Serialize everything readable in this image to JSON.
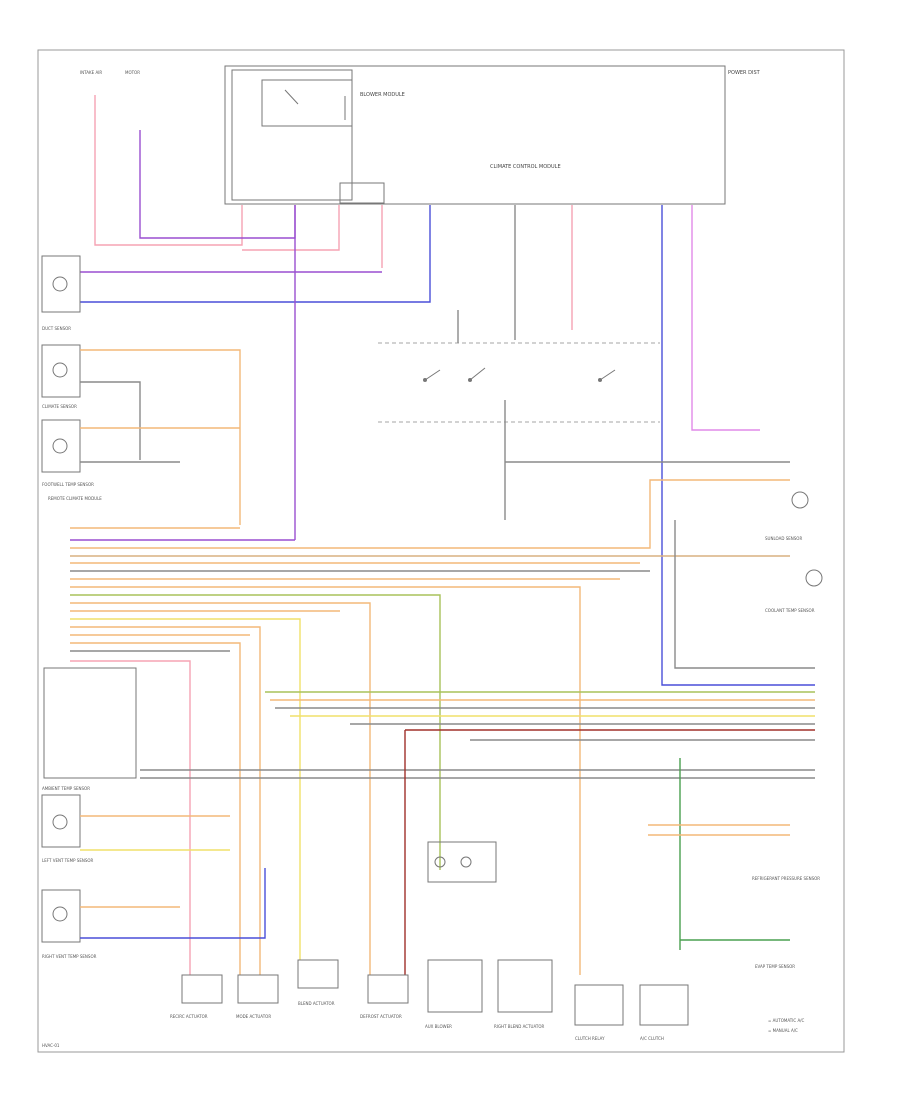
{
  "colors": {
    "pink": "#f5a3b3",
    "violet": "#9a4fd0",
    "blue": "#4a4fd8",
    "orange": "#f3b879",
    "yellow": "#f1e06a",
    "olive": "#a8c25a",
    "gray": "#8a8a8a",
    "darkred": "#a0302a",
    "green": "#4aa050",
    "magenta": "#e08ae8",
    "tan": "#d8b080"
  },
  "labels": {
    "top_left_1": "INTAKE AIR",
    "top_left_2": "MOTOR",
    "main_module": "CLIMATE CONTROL MODULE",
    "top_right": "POWER DIST",
    "blower_module": "BLOWER MODULE",
    "left_top_sensor": "DUCT SENSOR",
    "left_mid_sensor": "CLIMATE SENSOR",
    "left_module": "REMOTE CLIMATE MODULE",
    "left_footwell": "FOOTWELL TEMP SENSOR",
    "left_lower_1": "AMBIENT TEMP SENSOR",
    "left_lower_2": "LEFT VENT TEMP SENSOR",
    "left_lower_3": "RIGHT VENT TEMP SENSOR",
    "right_sensor_1": "SUNLOAD SENSOR",
    "right_sensor_2": "COOLANT TEMP SENSOR",
    "right_sensor_3": "REFRIGERANT PRESSURE SENSOR",
    "right_bottom": "EVAP TEMP SENSOR",
    "bottom_1": "RECIRC ACTUATOR",
    "bottom_2": "MODE ACTUATOR",
    "bottom_3": "BLEND ACTUATOR",
    "bottom_4": "DEFROST ACTUATOR",
    "bottom_5": "AUX BLOWER",
    "bottom_6": "RIGHT BLEND ACTUATOR",
    "bottom_7": "CLUTCH RELAY",
    "bottom_8": "A/C CLUTCH",
    "legend_1": "= AUTOMATIC A/C",
    "legend_2": "= MANUAL A/C",
    "footer": "HVAC-01"
  }
}
